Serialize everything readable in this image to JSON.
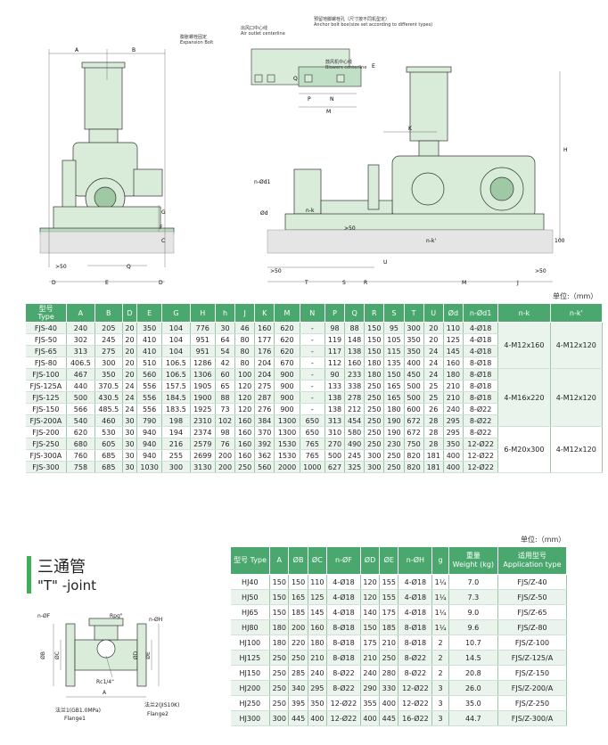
{
  "drawing_labels": {
    "expansion_bolt_cn": "膨胀螺栓固定",
    "expansion_bolt_en": "Expansion Bolt",
    "air_outlet_cn": "出风口中心线",
    "air_outlet_en": "Air outlet centerline",
    "anchor_cn": "预留地脚螺栓孔（尺寸按不同机型定）",
    "anchor_en": "Anchor bolt box(size set according to different types)",
    "blowers_cn": "鼓风机中心线",
    "blowers_en": "Blowers centerline",
    "dims_left": [
      "A",
      "B",
      "G",
      "F",
      "C",
      ">50",
      "Q",
      "D",
      "E",
      "D"
    ],
    "dims_right": [
      "K",
      "H",
      "n-Ød1",
      "Ød",
      "n-k",
      "n-k'",
      ">50",
      ">50",
      "U",
      "n-k",
      "100",
      "T",
      "S",
      "R",
      "M",
      "J",
      ">50"
    ],
    "dims_plan": [
      "Q",
      "E",
      "P",
      "N",
      "M"
    ]
  },
  "main_table": {
    "unit": "单位:（mm）",
    "headers": [
      "型号\nType",
      "A",
      "B",
      "D",
      "E",
      "G",
      "H",
      "h",
      "J",
      "K",
      "M",
      "N",
      "P",
      "Q",
      "R",
      "S",
      "T",
      "U",
      "Ød",
      "n-Ød1",
      "n-k",
      "n-k'"
    ],
    "rows": [
      [
        "FJS-40",
        "240",
        "205",
        "20",
        "350",
        "104",
        "776",
        "30",
        "46",
        "160",
        "620",
        "-",
        "98",
        "88",
        "150",
        "95",
        "300",
        "20",
        "110",
        "4-Ø18"
      ],
      [
        "FJS-50",
        "302",
        "245",
        "20",
        "410",
        "104",
        "951",
        "64",
        "80",
        "177",
        "620",
        "-",
        "119",
        "148",
        "150",
        "105",
        "350",
        "20",
        "125",
        "4-Ø18"
      ],
      [
        "FJS-65",
        "313",
        "275",
        "20",
        "410",
        "104",
        "951",
        "54",
        "80",
        "176",
        "620",
        "-",
        "117",
        "138",
        "150",
        "115",
        "350",
        "24",
        "145",
        "4-Ø18"
      ],
      [
        "FJS-80",
        "406.5",
        "300",
        "20",
        "510",
        "106.5",
        "1286",
        "42",
        "80",
        "204",
        "670",
        "-",
        "112",
        "160",
        "180",
        "135",
        "400",
        "24",
        "160",
        "8-Ø18"
      ],
      [
        "FJS-100",
        "467",
        "350",
        "20",
        "560",
        "106.5",
        "1306",
        "60",
        "100",
        "204",
        "900",
        "-",
        "90",
        "233",
        "180",
        "150",
        "450",
        "24",
        "180",
        "8-Ø18"
      ],
      [
        "FJS-125A",
        "440",
        "370.5",
        "24",
        "556",
        "157.5",
        "1905",
        "65",
        "120",
        "275",
        "900",
        "-",
        "133",
        "338",
        "250",
        "165",
        "500",
        "25",
        "210",
        "8-Ø18"
      ],
      [
        "FJS-125",
        "500",
        "430.5",
        "24",
        "556",
        "184.5",
        "1900",
        "88",
        "120",
        "287",
        "900",
        "-",
        "138",
        "278",
        "250",
        "165",
        "500",
        "25",
        "210",
        "8-Ø18"
      ],
      [
        "FJS-150",
        "566",
        "485.5",
        "24",
        "556",
        "183.5",
        "1925",
        "73",
        "120",
        "276",
        "900",
        "-",
        "138",
        "212",
        "250",
        "180",
        "600",
        "26",
        "240",
        "8-Ø22"
      ],
      [
        "FJS-200A",
        "540",
        "460",
        "30",
        "790",
        "198",
        "2310",
        "102",
        "160",
        "384",
        "1300",
        "650",
        "313",
        "454",
        "250",
        "190",
        "672",
        "28",
        "295",
        "8-Ø22"
      ],
      [
        "FJS-200",
        "620",
        "530",
        "30",
        "940",
        "194",
        "2374",
        "98",
        "160",
        "370",
        "1300",
        "650",
        "310",
        "580",
        "250",
        "190",
        "672",
        "28",
        "295",
        "8-Ø22"
      ],
      [
        "FJS-250",
        "680",
        "605",
        "30",
        "940",
        "216",
        "2579",
        "76",
        "160",
        "392",
        "1530",
        "765",
        "270",
        "490",
        "250",
        "230",
        "750",
        "28",
        "350",
        "12-Ø22"
      ],
      [
        "FJS-300A",
        "760",
        "685",
        "30",
        "940",
        "255",
        "2699",
        "200",
        "160",
        "362",
        "1530",
        "765",
        "500",
        "245",
        "300",
        "250",
        "820",
        "181",
        "400",
        "12-Ø22"
      ],
      [
        "FJS-300",
        "758",
        "685",
        "30",
        "1030",
        "300",
        "3130",
        "200",
        "250",
        "560",
        "2000",
        "1000",
        "627",
        "325",
        "300",
        "250",
        "820",
        "181",
        "400",
        "12-Ø22"
      ]
    ],
    "groups": [
      {
        "nk": "4-M12x160",
        "nk2": "4-M12x120"
      },
      {
        "nk": "4-M16x220",
        "nk2": "4-M12x120"
      },
      {
        "nk": "6-M20x300",
        "nk2": "4-M12x120"
      }
    ]
  },
  "tjoint": {
    "title_cn": "三通管",
    "title_en": "\"T\" -joint",
    "labels": {
      "nf": "n-ØF",
      "rpg": "Rpg\"",
      "nh": "n-ØH",
      "b": "ØB",
      "c": "ØC",
      "d": "ØD",
      "e": "ØE",
      "rc": "Rc1/4\"",
      "a": "A",
      "flange1_cn": "法兰1(GB1.0MPa)",
      "flange1_en": "Flange1",
      "flange2_cn": "法兰2(JIS10K)",
      "flange2_en": "Flange2"
    }
  },
  "tjoint_table": {
    "unit": "单位:（mm）",
    "headers": [
      "型号 Type",
      "A",
      "ØB",
      "ØC",
      "n-ØF",
      "ØD",
      "ØE",
      "n-ØH",
      "g",
      "重量\nWeight (kg)",
      "适用型号\nApplication type"
    ],
    "rows": [
      [
        "HJ40",
        "150",
        "150",
        "110",
        "4-Ø18",
        "120",
        "155",
        "4-Ø18",
        "1¼",
        "7.0",
        "FJS/Z-40"
      ],
      [
        "HJ50",
        "150",
        "165",
        "125",
        "4-Ø18",
        "120",
        "155",
        "4-Ø18",
        "1¼",
        "7.3",
        "FJS/Z-50"
      ],
      [
        "HJ65",
        "150",
        "185",
        "145",
        "4-Ø18",
        "140",
        "175",
        "4-Ø18",
        "1¼",
        "9.0",
        "FJS/Z-65"
      ],
      [
        "HJ80",
        "180",
        "200",
        "160",
        "8-Ø18",
        "150",
        "185",
        "8-Ø18",
        "1¼",
        "9.6",
        "FJS/Z-80"
      ],
      [
        "HJ100",
        "180",
        "220",
        "180",
        "8-Ø18",
        "175",
        "210",
        "8-Ø18",
        "2",
        "10.7",
        "FJS/Z-100"
      ],
      [
        "HJ125",
        "250",
        "250",
        "210",
        "8-Ø18",
        "210",
        "250",
        "8-Ø22",
        "2",
        "14.5",
        "FJS/Z-125/A"
      ],
      [
        "HJ150",
        "250",
        "285",
        "240",
        "8-Ø22",
        "240",
        "280",
        "8-Ø22",
        "2",
        "20.8",
        "FJS/Z-150"
      ],
      [
        "HJ200",
        "250",
        "340",
        "295",
        "8-Ø22",
        "290",
        "330",
        "12-Ø22",
        "3",
        "26.0",
        "FJS/Z-200/A"
      ],
      [
        "HJ250",
        "250",
        "395",
        "350",
        "12-Ø22",
        "355",
        "400",
        "12-Ø22",
        "3",
        "35.0",
        "FJS/Z-250"
      ],
      [
        "HJ300",
        "300",
        "445",
        "400",
        "12-Ø22",
        "400",
        "445",
        "16-Ø22",
        "3",
        "44.7",
        "FJS/Z-300/A"
      ]
    ]
  }
}
